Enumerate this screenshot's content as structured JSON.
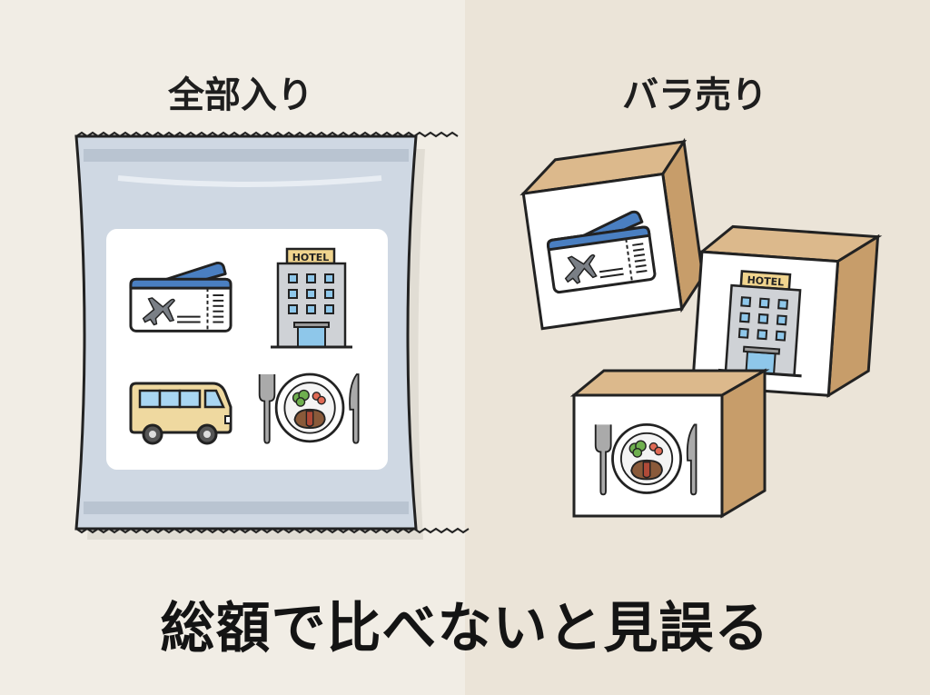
{
  "left_panel": {
    "title": "全部入り",
    "package": "bag",
    "items": [
      "flight-ticket-icon",
      "hotel-icon",
      "bus-icon",
      "meal-icon"
    ],
    "hotel_sign": "HOTEL"
  },
  "right_panel": {
    "title": "バラ売り",
    "package": "boxes",
    "items": [
      "flight-ticket-icon",
      "hotel-icon",
      "meal-icon"
    ],
    "hotel_sign": "HOTEL"
  },
  "caption": "総額で比べないと見誤る",
  "colors": {
    "background_left": "#f1ede5",
    "background_right": "#ebe4d8",
    "bag": "#cfd8e3",
    "box": "#d2ad7f",
    "ticket_blue": "#4a7fc1",
    "bus_yellow": "#efd9a0"
  }
}
